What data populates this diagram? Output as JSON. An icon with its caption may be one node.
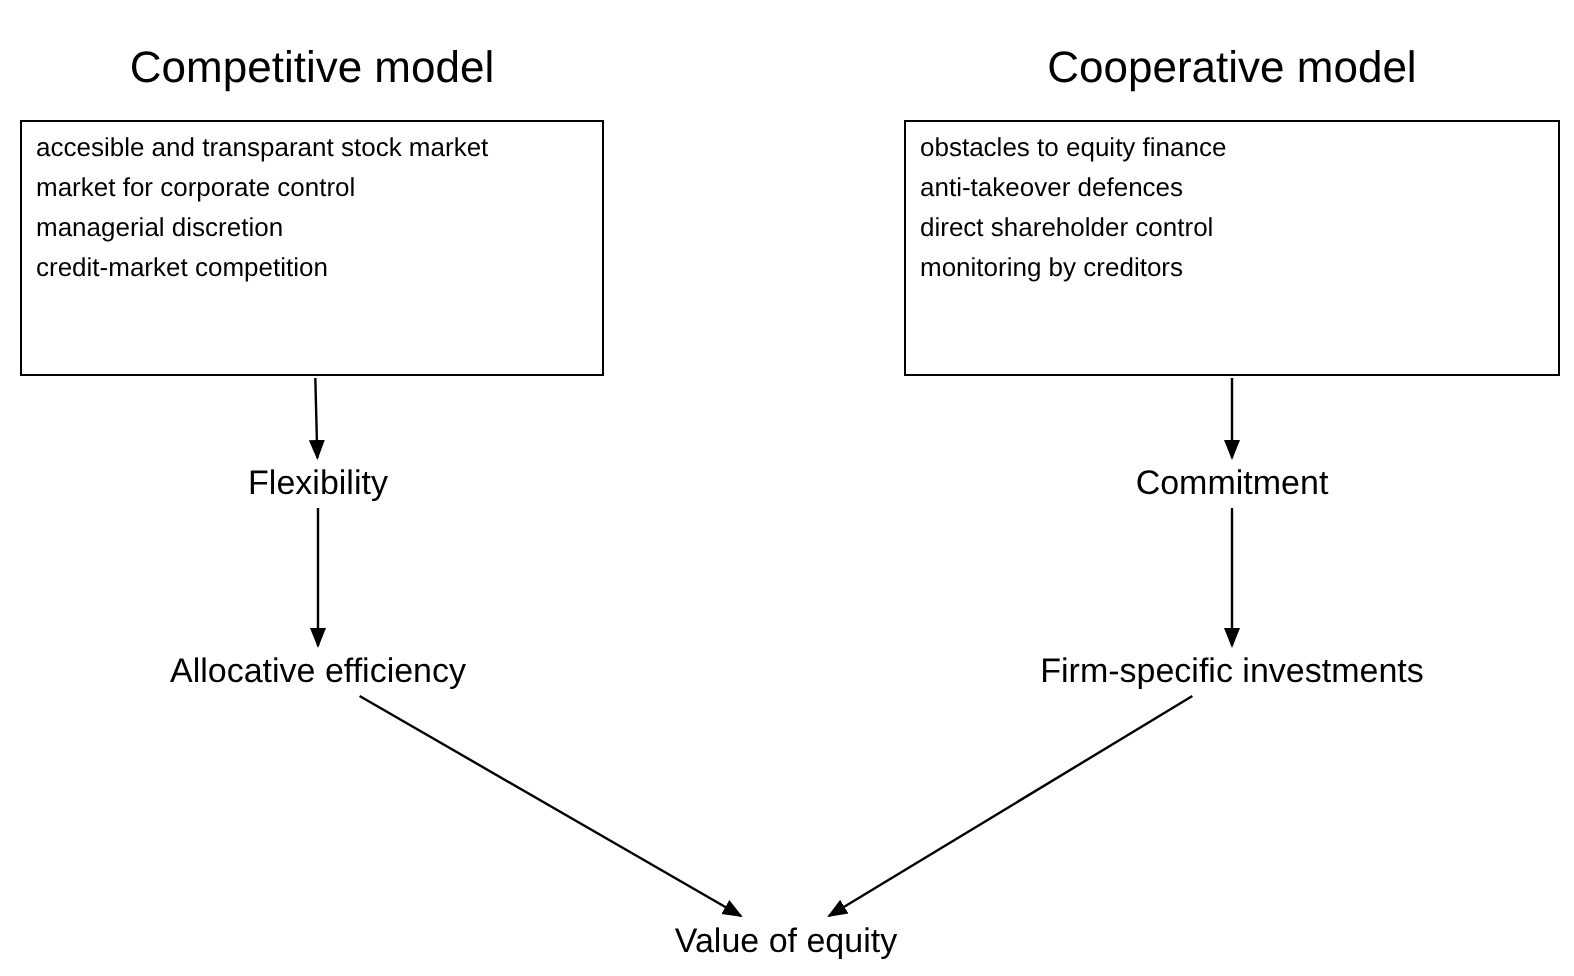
{
  "diagram": {
    "nodes": [
      {
        "text": [
          "Competitive model",
          "accesible and transparant stock market",
          "market for corporate control",
          "managerial discretion",
          "credit-market competition"
        ]
      },
      {
        "text": [
          "Cooperative model",
          "obstacles to equity finance",
          "anti-takeover defences",
          "direct shareholder control",
          "monitoring by creditors"
        ]
      },
      {
        "text": [
          "Flexibility"
        ]
      },
      {
        "text": [
          "Allocative efficiency"
        ]
      },
      {
        "text": [
          "Commitment"
        ]
      },
      {
        "text": [
          "Firm-specific investments"
        ]
      },
      {
        "text": [
          "Value of equity"
        ]
      }
    ],
    "edges": [
      {
        "from": 0,
        "to": 2,
        "arrow": "to"
      },
      {
        "from": 2,
        "to": 3,
        "arrow": "to"
      },
      {
        "from": 1,
        "to": 4,
        "arrow": "to"
      },
      {
        "from": 4,
        "to": 5,
        "arrow": "to"
      },
      {
        "from": 3,
        "to": 6,
        "arrow": "to"
      },
      {
        "from": 5,
        "to": 6,
        "arrow": "to"
      }
    ]
  }
}
